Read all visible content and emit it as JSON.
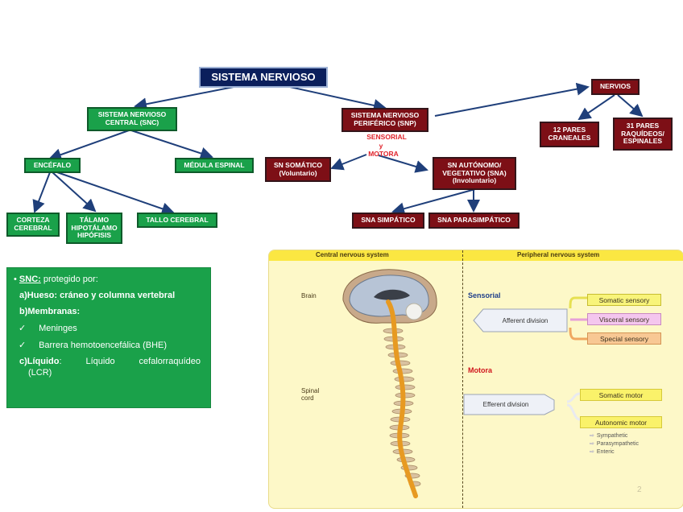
{
  "concept_map": {
    "root": "SISTEMA NERVIOSO",
    "snc": {
      "label_line1": "SISTEMA NERVIOSO",
      "label_line2": "CENTRAL (SNC)",
      "encefalo": "ENCÉFALO",
      "medula": "MÉDULA ESPINAL",
      "corteza_line1": "CORTEZA",
      "corteza_line2": "CEREBRAL",
      "talamo_line1": "TÁLAMO",
      "talamo_line2": "HIPOTÁLAMO",
      "talamo_line3": "HIPÓFISIS",
      "tallo": "TALLO CEREBRAL"
    },
    "snp": {
      "label_line1": "SISTEMA NERVIOSO",
      "label_line2": "PERIFÉRICO (SNP)",
      "annotation_line1": "SENSORIAL",
      "annotation_line2": "y",
      "annotation_line3": "MOTORA",
      "somatico_line1": "SN SOMÁTICO",
      "somatico_line2": "(Voluntario)",
      "autonomo_line1": "SN AUTÓNOMO/",
      "autonomo_line2": "VEGETATIVO (SNA)",
      "autonomo_line3": "(Involuntario)",
      "simpatico": "SNA SIMPÁTICO",
      "parasimpatico": "SNA PARASIMPÁTICO"
    },
    "nervios": {
      "label": "NERVIOS",
      "craneales_line1": "12 PARES",
      "craneales_line2": "CRANEALES",
      "raquideos_line1": "31 PARES",
      "raquideos_line2": "RAQUÍDEOS/",
      "raquideos_line3": "ESPINALES"
    },
    "colors": {
      "root": "#0b1f5c",
      "snc": "#1aa14a",
      "snp": "#7d0f16",
      "connector": "#1f3f7a",
      "annotation": "#e0242c"
    }
  },
  "snc_protection": {
    "bullet": "•",
    "title": "SNC:",
    "title_rest": " protegido por:",
    "a": "a)Hueso: cráneo y columna vertebral",
    "b": "b)Membranas:",
    "check": "✓",
    "b1": "Meninges",
    "b2": "Barrera hemotoencefálica (BHE)",
    "c_label": "c)Líquido",
    "c_colon": ":",
    "c_word1": "Líquido",
    "c_word2": "cefalorraquídeo",
    "c_line2": "(LCR)"
  },
  "figure": {
    "header_left": "Central nervous system",
    "header_right": "Peripheral nervous system",
    "brain": "Brain",
    "spinal_line1": "Spinal",
    "spinal_line2": "cord",
    "sensorial": "Sensorial",
    "motora": "Motora",
    "afferent": "Afferent division",
    "efferent": "Efferent division",
    "somatic_sensory": "Somatic sensory",
    "visceral_sensory": "Visceral sensory",
    "special_sensory": "Special sensory",
    "somatic_motor": "Somatic motor",
    "autonomic_motor": "Autonomic motor",
    "autonomic_sub": [
      "Sympathetic",
      "Parasympathetic",
      "Enteric"
    ],
    "arrow_glyph": "⇨",
    "page_number": "2"
  }
}
